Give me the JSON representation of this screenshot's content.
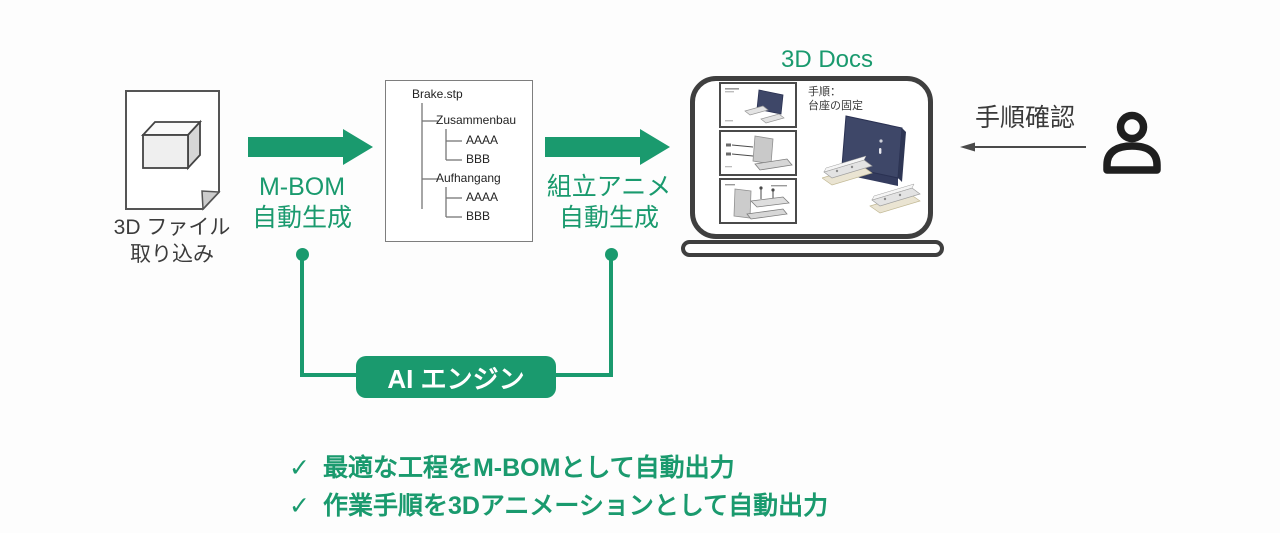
{
  "palette": {
    "green": "#1a9a6e",
    "dark_text": "#3a3a3a",
    "navy": "#3e4768"
  },
  "icons": {
    "file": "3d-file-document-icon",
    "cube": "cube-icon",
    "arrow": "green-right-arrow-icon",
    "laptop": "laptop-icon",
    "person": "person-icon",
    "review_arrow": "thin-left-arrow-icon",
    "check": "check-icon"
  },
  "step1": {
    "line1": "3D ファイル",
    "line2": "取り込み"
  },
  "arrow1_label": {
    "line1": "M-BOM",
    "line2": "自動生成"
  },
  "tree": {
    "root": "Brake.stp",
    "nodes": [
      {
        "label": "Zusammenbau",
        "children": [
          "AAAA",
          "BBB"
        ]
      },
      {
        "label": "Aufhangang",
        "children": [
          "AAAA",
          "BBB"
        ]
      }
    ]
  },
  "arrow2_label": {
    "line1": "組立アニメ",
    "line2": "自動生成"
  },
  "docs": {
    "title": "3D Docs",
    "note_line1": "手順：",
    "note_line2": "台座の固定"
  },
  "review": {
    "label": "手順確認"
  },
  "ai": {
    "label": "AI エンジン"
  },
  "checklist": {
    "check_glyph": "✓",
    "items": [
      {
        "text": "最適な工程をM-BOMとして自動出力"
      },
      {
        "text": "作業手順を3Dアニメーションとして自動出力"
      }
    ]
  }
}
